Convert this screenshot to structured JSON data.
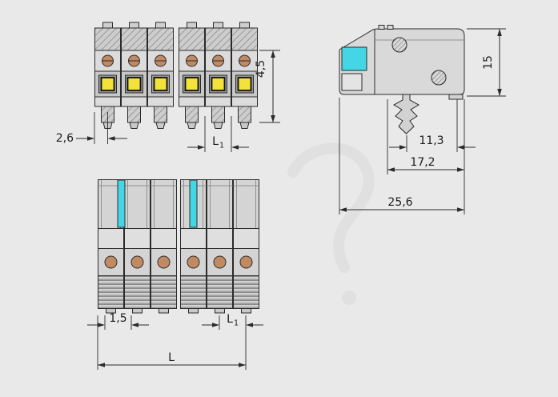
{
  "drawing": {
    "background_color": "#e9e9e9",
    "line_color": "#2b2b2b",
    "accent_cyan": "#45d6e6",
    "accent_yellow": "#f2e23a",
    "contact_color": "#c08a63",
    "views": {
      "front": {
        "label": "front-view",
        "poles": "6"
      },
      "side": {
        "label": "side-view"
      },
      "bottom": {
        "label": "bottom-view",
        "poles": "6"
      }
    },
    "dimensions": {
      "front_left_offset": "2,6",
      "front_height": "4,5",
      "front_pitch_main": "L",
      "front_pitch_sub": "1",
      "side_height": "15",
      "side_latch_to_face": "11,3",
      "side_depth_body": "17,2",
      "side_depth_total": "25,6",
      "bottom_slot": "1,5",
      "bottom_pitch_main": "L",
      "bottom_pitch_sub": "1",
      "bottom_length": "L"
    }
  }
}
